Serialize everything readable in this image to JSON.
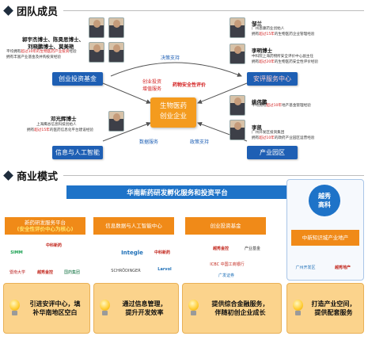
{
  "team": {
    "title": "团队成员",
    "people": [
      {
        "name": "郭宇杰博士、陈昊思博士、",
        "photo": "portrait"
      },
      {
        "name": "刘晓鹏博士、莫美艳",
        "photo": "portrait"
      },
      {
        "name": "邹兰",
        "photo": "portrait"
      },
      {
        "name": "李明博士",
        "photo": "portrait"
      },
      {
        "name": "邓光辉博士",
        "photo": "portrait"
      },
      {
        "name": "姚伟鹏",
        "photo": "portrait"
      },
      {
        "name": "李凯",
        "photo": "portrait"
      }
    ],
    "descriptions": {
      "left_top_1_prefix": "平均拥有",
      "left_top_1_red": "超过10年的生物医药产业投资",
      "left_top_1_suffix": "经验",
      "left_top_2": "拥有丰富产业基金及并购投资经验",
      "right_top_1": "广州恩康药业创始人",
      "right_top_2_prefix": "拥有",
      "right_top_2_red": "超过15年",
      "right_top_2_suffix": "的生物医药企业管理经验",
      "right_mid_1": "中科院上海药物所安全评价中心副主任",
      "right_mid_2_prefix": "拥有",
      "right_mid_2_red": "超过20年",
      "right_mid_2_suffix": "的生物医药安全性评价经验",
      "left_bottom_1": "上海鹰谷信息科技创始人",
      "left_bottom_2_prefix": "拥有",
      "left_bottom_2_red": "超过15年",
      "left_bottom_2_suffix": "的医药信息化平台建设经验",
      "right_bottom_1_prefix": "平均拥有",
      "right_bottom_1_red": "超过10年",
      "right_bottom_1_suffix": "地产基金管理经验",
      "right_bottom_2": "广州开发区投资集团",
      "right_bottom_3_prefix": "拥有",
      "right_bottom_3_red": "超过10年",
      "right_bottom_3_suffix": "的政府产业园区运营经验"
    },
    "boxes": {
      "investment_fund": "创业投资基金",
      "safety_center": "安评服务中心",
      "info_ai": "信息与人工智能",
      "industrial_park": "产业园区",
      "center_line1": "生物医药",
      "center_line2": "创业企业"
    },
    "flows": {
      "decision_support": "决策支持",
      "venture_investment": "创业投资",
      "value_added_service": "增值服务",
      "drug_safety_evaluation": "药物安全性评价",
      "data_service": "数据服务",
      "policy_support": "政策支持"
    }
  },
  "business": {
    "title": "商业模式",
    "platform": "华南新药研发孵化服务和投资平台",
    "columns": [
      {
        "head": "新药研发服务平台",
        "sub": "(安全性评价中心为核心)",
        "logos": [
          "中科新药",
          "SIMM",
          "暨南大学",
          "越秀金控",
          "国药集团"
        ]
      },
      {
        "head": "信息数据与人工智能中心",
        "sub": "",
        "logos": [
          "Integle",
          "中科新药",
          "SCHRÖDINGER",
          "Larvol"
        ]
      },
      {
        "head": "创业投资基金",
        "sub": "",
        "logos": [
          "越秀金控",
          "产业基金",
          "ICBC 中国工商银行",
          "广发证券"
        ]
      }
    ],
    "yuexiu": {
      "badge_line1": "越秀",
      "badge_line2": "高科",
      "head": "中新知识城产业地产",
      "logos": [
        "广州开发区",
        "越秀地产"
      ]
    },
    "bulbs": [
      {
        "line1": "引进安评中心，填",
        "line2": "补华南地区空白"
      },
      {
        "line1": "通过信息管理，",
        "line2": "提升开发效率"
      },
      {
        "line1": "提供综合金融服务，",
        "line2": "伴随初创企业成长"
      },
      {
        "line1": "打造产业空间，",
        "line2": "提供配套服务"
      }
    ]
  },
  "colors": {
    "blue": "#1e5fb4",
    "orange": "#f49b1e",
    "red": "#d32020",
    "bulb_bg": "#fbd38c"
  }
}
